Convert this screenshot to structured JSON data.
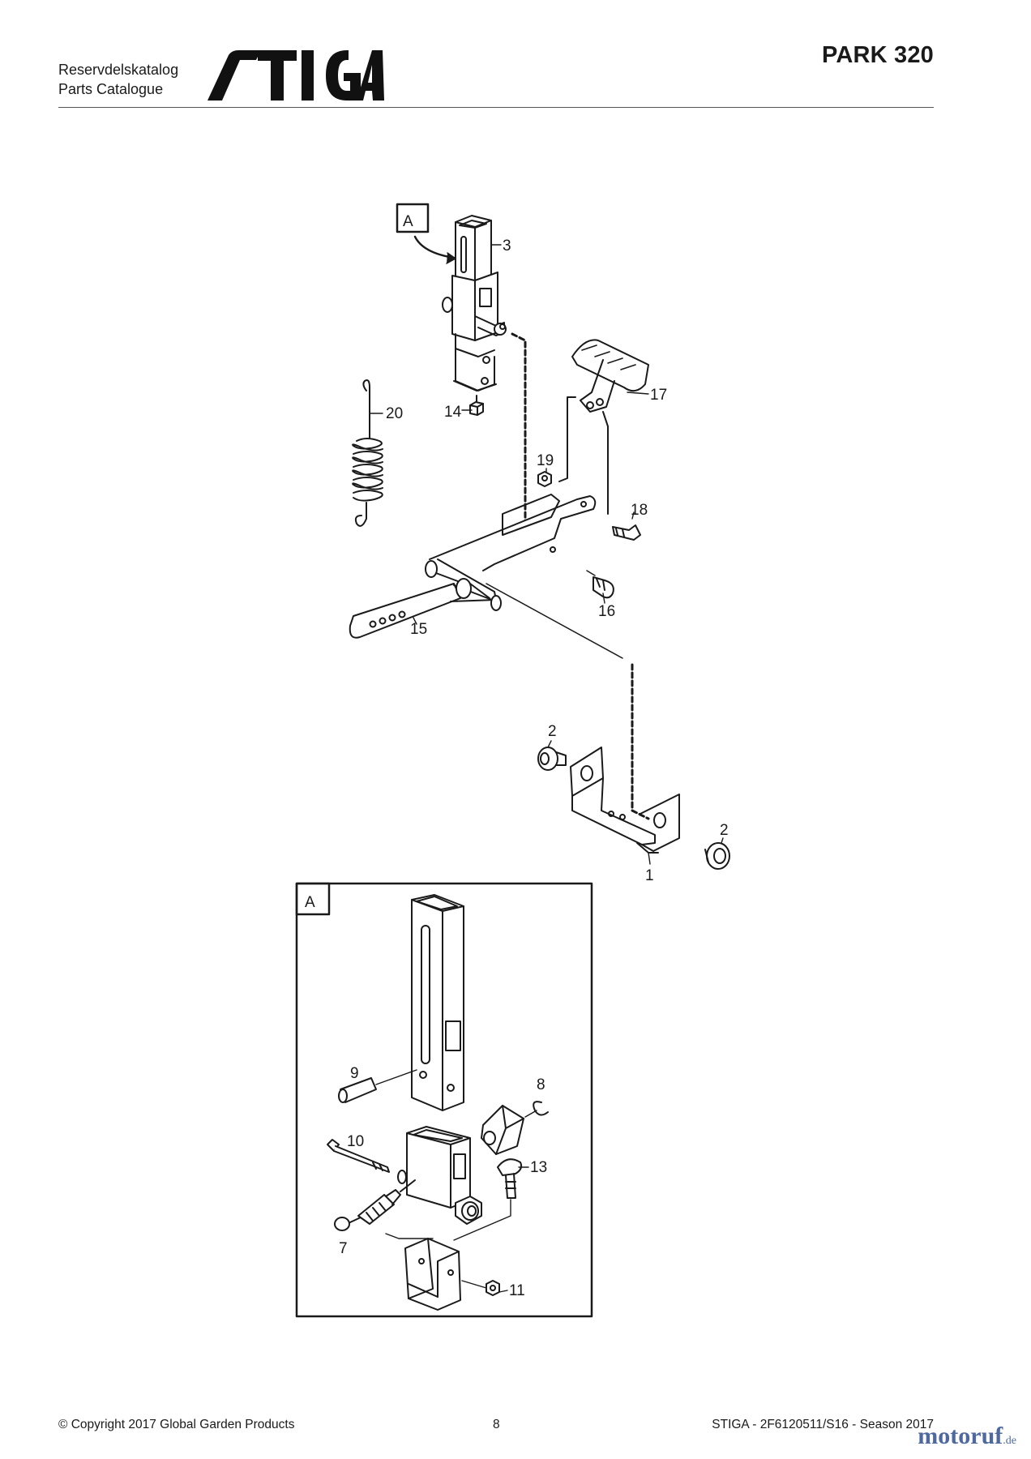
{
  "header": {
    "catalog_line1": "Reservdelskatalog",
    "catalog_line2": "Parts Catalogue",
    "logo_text": "STIGA",
    "model": "PARK 320"
  },
  "diagram": {
    "callout_main": "A",
    "callout_detail": "A",
    "part_labels": {
      "p3": "3",
      "p14": "14",
      "p20": "20",
      "p17": "17",
      "p19": "19",
      "p18": "18",
      "p16": "16",
      "p15": "15",
      "p2a": "2",
      "p2b": "2",
      "p1": "1",
      "p9": "9",
      "p8": "8",
      "p10": "10",
      "p13": "13",
      "p7": "7",
      "p11": "11"
    }
  },
  "footer": {
    "copyright": "© Copyright 2017 Global Garden Products",
    "page_number": "8",
    "doc_ref": "STIGA - 2F6120511/S16 - Season 2017"
  },
  "watermark": {
    "text": "motoruf",
    "suffix": ".de"
  }
}
